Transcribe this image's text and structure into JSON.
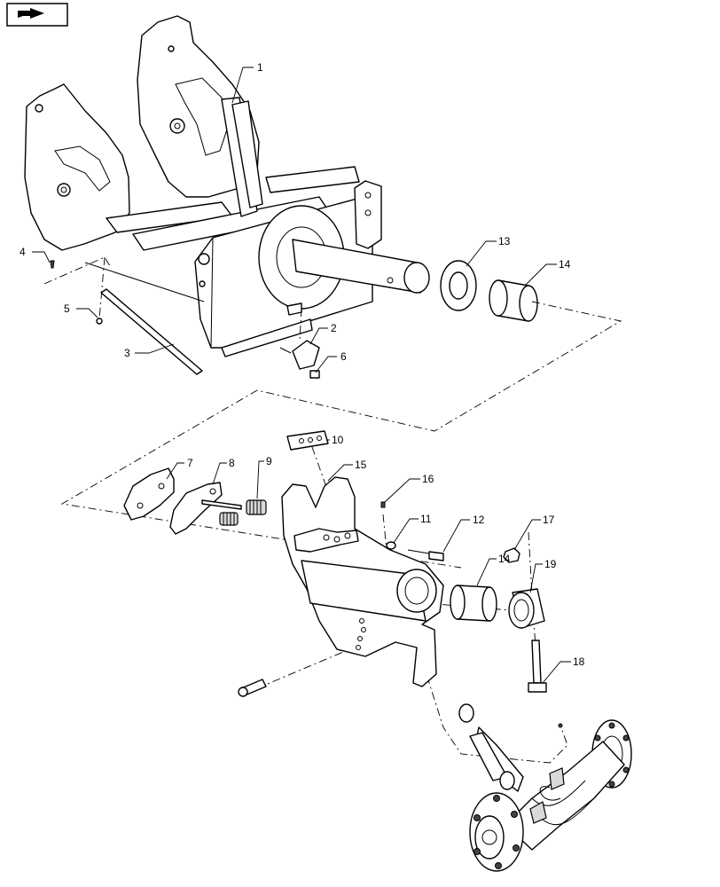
{
  "nav_icon": {
    "name": "next-page-arrow-icon"
  },
  "callouts": [
    {
      "id": "c1",
      "label": "1"
    },
    {
      "id": "c2",
      "label": "2"
    },
    {
      "id": "c3",
      "label": "3"
    },
    {
      "id": "c4",
      "label": "4"
    },
    {
      "id": "c5",
      "label": "5"
    },
    {
      "id": "c6",
      "label": "6"
    },
    {
      "id": "c7",
      "label": "7"
    },
    {
      "id": "c8",
      "label": "8"
    },
    {
      "id": "c9",
      "label": "9"
    },
    {
      "id": "c10",
      "label": "10"
    },
    {
      "id": "c11",
      "label": "11"
    },
    {
      "id": "c12",
      "label": "12"
    },
    {
      "id": "c13",
      "label": "13"
    },
    {
      "id": "c14a",
      "label": "14"
    },
    {
      "id": "c14b",
      "label": "14"
    },
    {
      "id": "c15",
      "label": "15"
    },
    {
      "id": "c16",
      "label": "16"
    },
    {
      "id": "c17",
      "label": "17"
    },
    {
      "id": "c18",
      "label": "18"
    },
    {
      "id": "c19",
      "label": "19"
    }
  ]
}
